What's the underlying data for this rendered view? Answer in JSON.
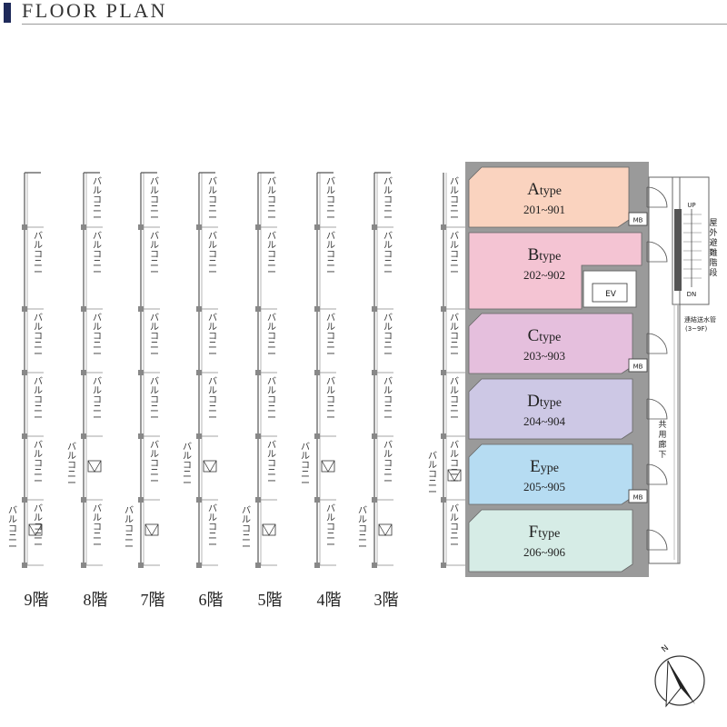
{
  "header": {
    "title": "FLOOR PLAN"
  },
  "balcony_label": "バルコニー",
  "floors": [
    {
      "label": "9階",
      "balcony_rows": [
        1,
        2,
        3,
        4,
        5
      ],
      "outer_balcony": true,
      "storage_row": 5
    },
    {
      "label": "8階",
      "balcony_rows": [
        0,
        1,
        2,
        3,
        5
      ],
      "outer_balcony": true,
      "storage_row": 4
    },
    {
      "label": "7階",
      "balcony_rows": [
        0,
        1,
        2,
        3,
        4
      ],
      "outer_balcony": true,
      "storage_row": 5
    },
    {
      "label": "6階",
      "balcony_rows": [
        0,
        1,
        2,
        3,
        5
      ],
      "outer_balcony": true,
      "storage_row": 4
    },
    {
      "label": "5階",
      "balcony_rows": [
        0,
        1,
        2,
        3,
        4
      ],
      "outer_balcony": true,
      "storage_row": 5
    },
    {
      "label": "4階",
      "balcony_rows": [
        0,
        1,
        2,
        3,
        5
      ],
      "outer_balcony": true,
      "storage_row": 4
    },
    {
      "label": "3階",
      "balcony_rows": [
        0,
        1,
        2,
        3,
        4
      ],
      "outer_balcony": true,
      "storage_row": 5
    }
  ],
  "units": [
    {
      "letter": "A",
      "suffix": "type",
      "range": "201~901",
      "color": "#fad3bf"
    },
    {
      "letter": "B",
      "suffix": "type",
      "range": "202~902",
      "color": "#f4c4d3"
    },
    {
      "letter": "C",
      "suffix": "type",
      "range": "203~903",
      "color": "#e5bfdd"
    },
    {
      "letter": "D",
      "suffix": "type",
      "range": "204~904",
      "color": "#cdc8e5"
    },
    {
      "letter": "E",
      "suffix": "ype",
      "range": "205~905",
      "color": "#b6dcf2"
    },
    {
      "letter": "F",
      "suffix": "type",
      "range": "206~906",
      "color": "#d6ece6"
    }
  ],
  "labels": {
    "mb": "MB",
    "ev": "EV",
    "up": "UP",
    "dn": "DN",
    "stairs": "屋外避難階段",
    "corridor": "共用廊下",
    "pipe": "連結送水管",
    "pipe_note": "(3~9F)",
    "north": "N"
  }
}
